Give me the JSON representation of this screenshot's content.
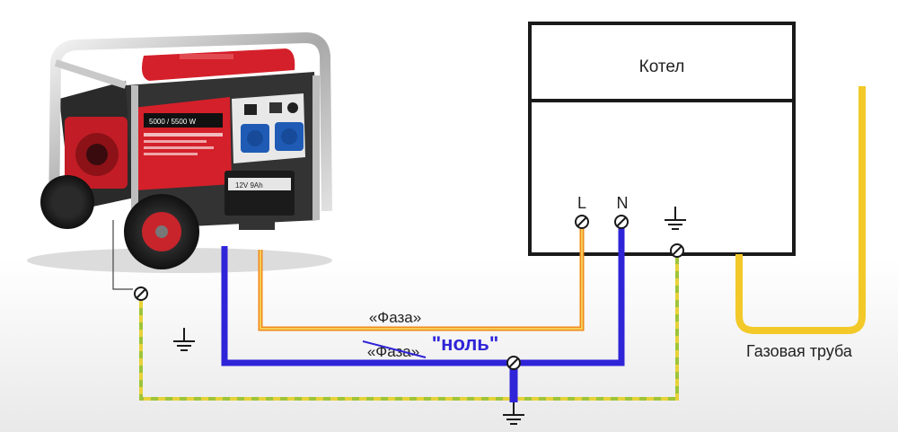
{
  "boiler": {
    "title": "Котел"
  },
  "terminals": {
    "l": "L",
    "n": "N"
  },
  "gas_pipe": {
    "label": "Газовая труба"
  },
  "wires": {
    "phase_label": "«Фаза»",
    "neutral_struck_label": "«Фаза»",
    "neutral_label": "\"ноль\""
  },
  "generator": {
    "panel_text": "5000 / 5500 W",
    "battery_text": "12V 9Ah"
  },
  "colors": {
    "phase": "#f28a1c",
    "neutral": "#2f24d8",
    "ground": "#9fc43a",
    "gas_pipe": "#f2c928",
    "generator_red": "#d4202a"
  }
}
